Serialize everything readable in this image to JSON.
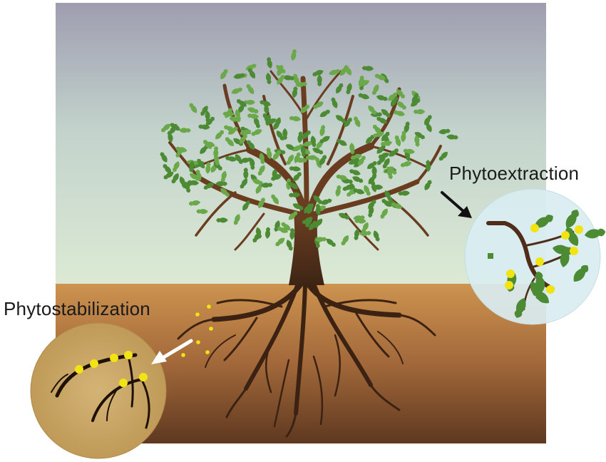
{
  "labels": {
    "phytoextraction": "Phytoextraction",
    "phytostabilization": "Phytostabilization"
  },
  "colors": {
    "sky_top": "#9d9caf",
    "sky_bottom": "#d9e8d2",
    "soil_top": "#c98f4c",
    "soil_bottom": "#6b4024",
    "trunk": "#5a3520",
    "leaf": "#4c8a34",
    "leaf_light": "#6aa84a",
    "metal": "#f2e313",
    "inset_extract_fill": "#d8ecf0",
    "inset_stab_fill": "#c9a766"
  },
  "icons": {
    "extract_arrow": "arrow-black",
    "stab_arrow": "arrow-white"
  }
}
